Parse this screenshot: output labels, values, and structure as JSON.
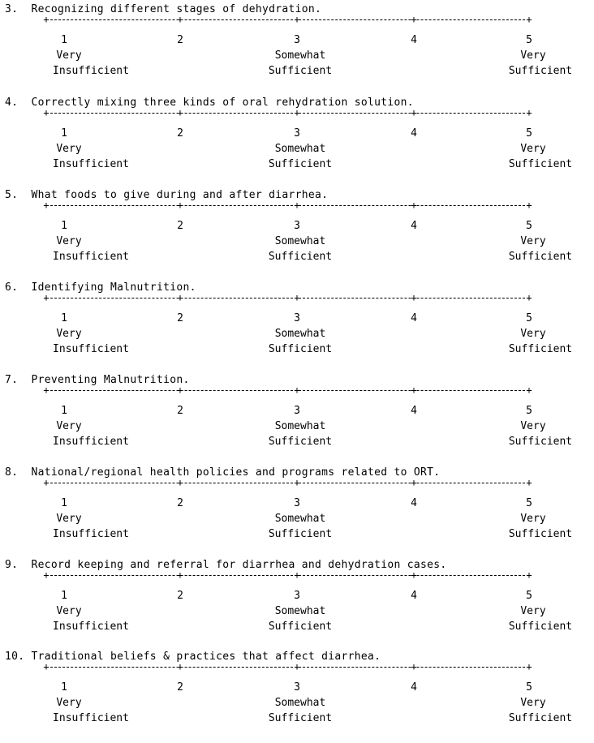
{
  "scale": {
    "numbers": [
      "1",
      "2",
      "3",
      "4",
      "5"
    ],
    "low_label": [
      "Very",
      "Insufficient"
    ],
    "mid_label": [
      "Somewhat",
      "Sufficient"
    ],
    "high_label": [
      "Very",
      "Sufficient"
    ]
  },
  "items": [
    {
      "number": "3.",
      "text": "Recognizing different stages of dehydration."
    },
    {
      "number": "4.",
      "text": "Correctly mixing three kinds of oral rehydration solution."
    },
    {
      "number": "5.",
      "text": "What foods to give during and after diarrhea."
    },
    {
      "number": "6.",
      "text": "Identifying Malnutrition."
    },
    {
      "number": "7.",
      "text": "Preventing Malnutrition."
    },
    {
      "number": "8.",
      "text": "National/regional health policies and programs related to ORT."
    },
    {
      "number": "9.",
      "text": "Record keeping and referral for diarrhea and dehydration cases."
    },
    {
      "number": "10.",
      "text": "Traditional beliefs & practices that affect diarrhea."
    }
  ]
}
